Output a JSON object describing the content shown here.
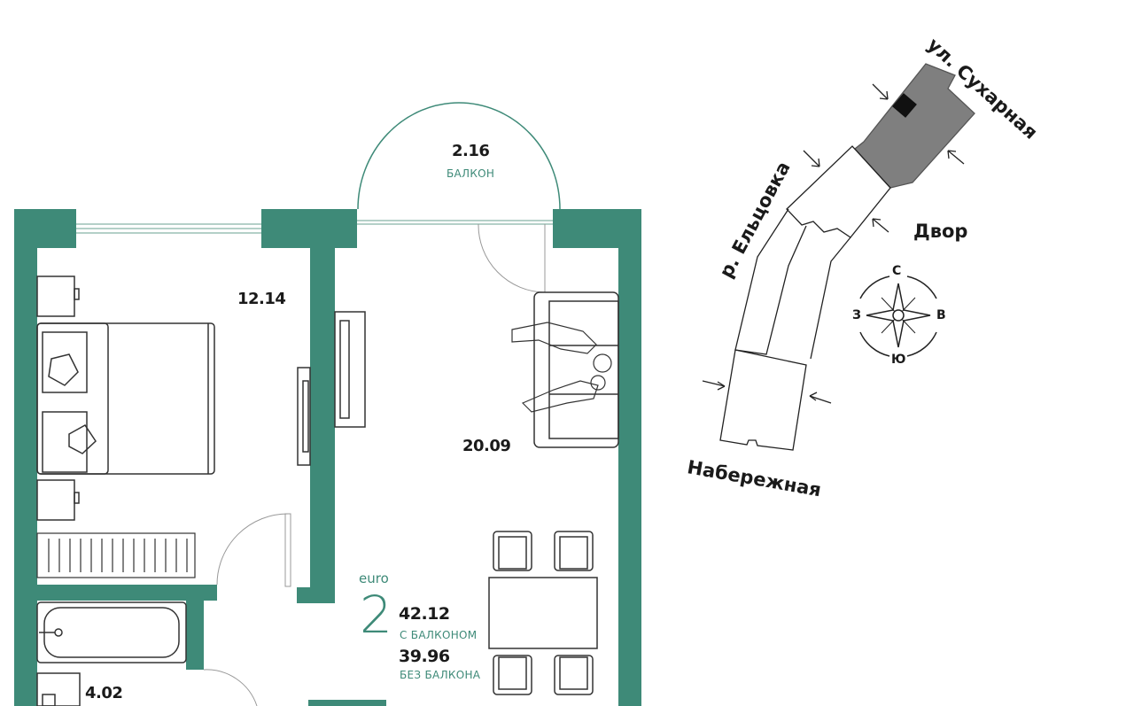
{
  "rooms": {
    "balcony": {
      "area": "2.16",
      "label": "БАЛКОН"
    },
    "bedroom": {
      "area": "12.14"
    },
    "living": {
      "area": "20.09"
    },
    "bath": {
      "area": "4.02"
    }
  },
  "apartment": {
    "type_label": "euro",
    "rooms_count": "2",
    "area_with_balcony": "42.12",
    "with_balcony_label": "С БАЛКОНОМ",
    "area_without_balcony": "39.96",
    "without_balcony_label": "БЕЗ БАЛКОНА"
  },
  "map": {
    "street_top": "ул. Сухарная",
    "river": "р. Ельцовка",
    "yard": "Двор",
    "embankment": "Набережная",
    "compass": {
      "north": "С",
      "south": "Ю",
      "west": "З",
      "east": "В"
    }
  },
  "colors": {
    "wall": "#3e8a78",
    "highlight_building": "#7f7f7f",
    "accent_text": "#3e8a78"
  }
}
